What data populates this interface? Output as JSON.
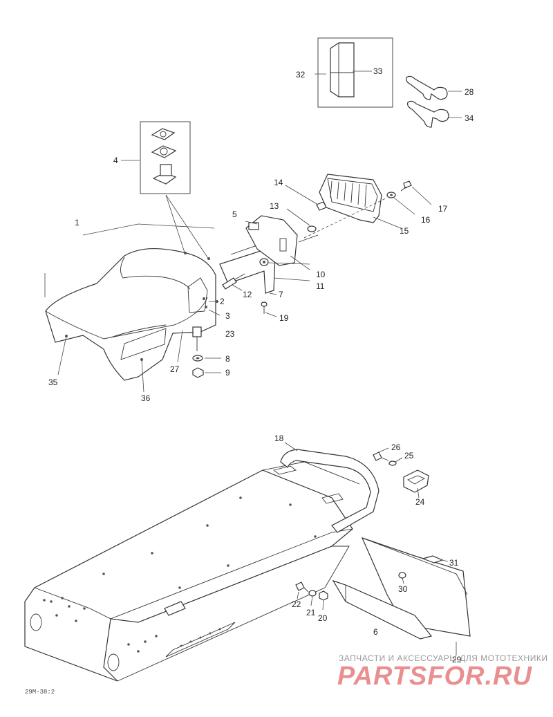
{
  "labels": [
    {
      "id": "1",
      "text": "1"
    },
    {
      "id": "2",
      "text": "2"
    },
    {
      "id": "3",
      "text": "3"
    },
    {
      "id": "4",
      "text": "4"
    },
    {
      "id": "5",
      "text": "5"
    },
    {
      "id": "6",
      "text": "6"
    },
    {
      "id": "7",
      "text": "7"
    },
    {
      "id": "8",
      "text": "8"
    },
    {
      "id": "9",
      "text": "9"
    },
    {
      "id": "10",
      "text": "10"
    },
    {
      "id": "11",
      "text": "11"
    },
    {
      "id": "12",
      "text": "12"
    },
    {
      "id": "13",
      "text": "13"
    },
    {
      "id": "14",
      "text": "14"
    },
    {
      "id": "15",
      "text": "15"
    },
    {
      "id": "16",
      "text": "16"
    },
    {
      "id": "17",
      "text": "17"
    },
    {
      "id": "18",
      "text": "18"
    },
    {
      "id": "19",
      "text": "19"
    },
    {
      "id": "20",
      "text": "20"
    },
    {
      "id": "21",
      "text": "21"
    },
    {
      "id": "22",
      "text": "22"
    },
    {
      "id": "23",
      "text": "23"
    },
    {
      "id": "24",
      "text": "24"
    },
    {
      "id": "25",
      "text": "25"
    },
    {
      "id": "26",
      "text": "26"
    },
    {
      "id": "27",
      "text": "27"
    },
    {
      "id": "28",
      "text": "28"
    },
    {
      "id": "29",
      "text": "29"
    },
    {
      "id": "30",
      "text": "30"
    },
    {
      "id": "31",
      "text": "31"
    },
    {
      "id": "32",
      "text": "32"
    },
    {
      "id": "33",
      "text": "33"
    },
    {
      "id": "34",
      "text": "34"
    },
    {
      "id": "35",
      "text": "35"
    },
    {
      "id": "36",
      "text": "36"
    }
  ],
  "drawing_code": "29M-38:2",
  "watermark": {
    "tagline": "ЗАПЧАСТИ И АКСЕССУАРЫ ДЛЯ МОТОТЕХНИКИ",
    "brand": "PARTSFOR.RU"
  }
}
